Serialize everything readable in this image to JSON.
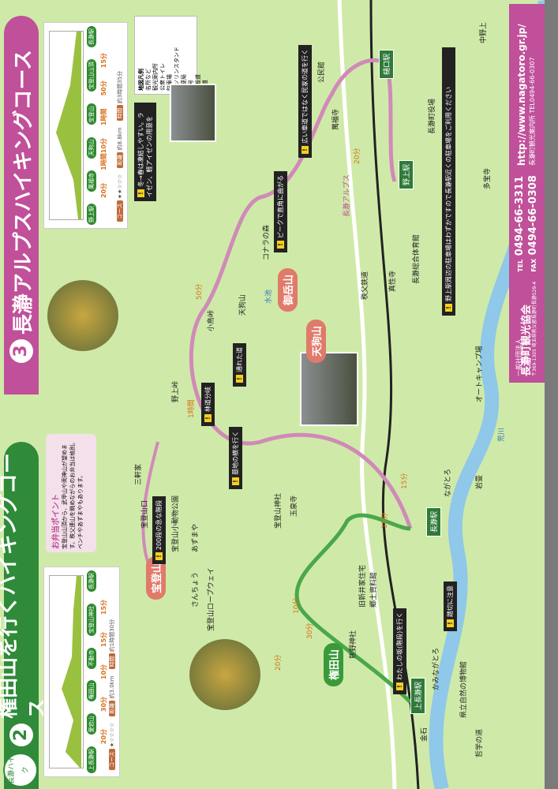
{
  "course2": {
    "badge": "長瀞ハイク",
    "number": "2",
    "title": "権田山を行くハイキングコース",
    "stops": [
      "上長瀞駅",
      "愛宕山",
      "権田山",
      "不動寺",
      "宝登山神社",
      "長瀞駅"
    ],
    "times": [
      "20分",
      "30分",
      "10分",
      "15分",
      "15分"
    ],
    "difficulty_label": "コース",
    "difficulty": "★☆☆☆☆",
    "distance_label": "距離",
    "distance": "約3.0km",
    "time_label": "時間",
    "time": "約1時間30分",
    "check_title": "お弁当ポイント",
    "check_text": "宝登山山頂から、武甲山や両神山が望めます。秩父連山を眺めながらのお弁当は格別。ベンチやあずまやもあります。"
  },
  "course3": {
    "number": "3",
    "title": "長瀞アルプスハイキングコース",
    "stops": [
      "野上駅",
      "萬福寺",
      "天狗山",
      "宝登山",
      "宝登山山頂",
      "長瀞駅"
    ],
    "times": [
      "20分",
      "1時間10分",
      "1時間",
      "50分",
      "15分"
    ],
    "difficulty_label": "コース",
    "difficulty": "★★☆☆☆",
    "distance_label": "距離",
    "distance": "約8.8km",
    "time_label": "時間",
    "time": "約3時間35分",
    "winter_note": "冬→春は凍結しやすい。ライゼン、軽アイゼンの用意を"
  },
  "legend": {
    "title": "地図凡例",
    "items": [
      "名所など",
      "観光案内所",
      "公衆トイレ",
      "駐車場",
      "ガソリンスタンド",
      "郵便局",
      "信号",
      "一般道",
      "鉄道"
    ]
  },
  "map": {
    "mountains": [
      "宝登山",
      "御岳山",
      "天狗山",
      "権田山"
    ],
    "stations": [
      "長瀞駅",
      "上長瀞駅",
      "野上駅",
      "樋口駅"
    ],
    "places": [
      "宝登山神社",
      "玉泉寺",
      "宝登山小動物公園",
      "宝登山ロープウェイ",
      "旧新井家住宅",
      "郷土資料館",
      "熊野神社",
      "県立自然の博物館",
      "多宝寺",
      "萬福寺",
      "長瀞町役場",
      "長瀞総合体育館",
      "オートキャンプ場",
      "真性寺",
      "小鳥峠",
      "野上峠",
      "天狗山",
      "公民館",
      "中野上",
      "岩畳",
      "荒川",
      "秩父鉄道",
      "宝登山口",
      "三軒家",
      "あずまや",
      "さんちょう",
      "ながとろ",
      "かみながとろ",
      "金石",
      "哲学の道",
      "長瀞アルプス",
      "コナラの森",
      "水池"
    ],
    "notes": [
      "200段の急な階段",
      "ピークで直角に曲がる",
      "広い車道ではなく民家の道を行く",
      "林道分岐",
      "わたしの坂(階段)を行く",
      "踏切に注意",
      "墓地の横を行く",
      "通れた道",
      "野上駅周辺の駐車場はわずかですので長瀞駅近くの駐車場をご利用ください"
    ],
    "trail_times": [
      "20分",
      "30分",
      "15分",
      "10分",
      "1時間",
      "50分",
      "15分",
      "20分"
    ]
  },
  "footer": {
    "org_prefix": "一般社団法人",
    "org": "長瀞町観光協会",
    "address": "〒369-1305 埼玉県秩父郡長瀞町長瀞529-4",
    "tel_label": "TEL",
    "tel": "0494-66-3311",
    "fax_label": "FAX",
    "fax": "0494-66-0308",
    "url": "http://www.nagatoro.gr.jp/",
    "sub": "長瀞町観光案内所 TEL0494-66-0307"
  },
  "colors": {
    "course2": "#2f8a3a",
    "course3": "#c0509a",
    "river": "#8fc8e8"
  }
}
